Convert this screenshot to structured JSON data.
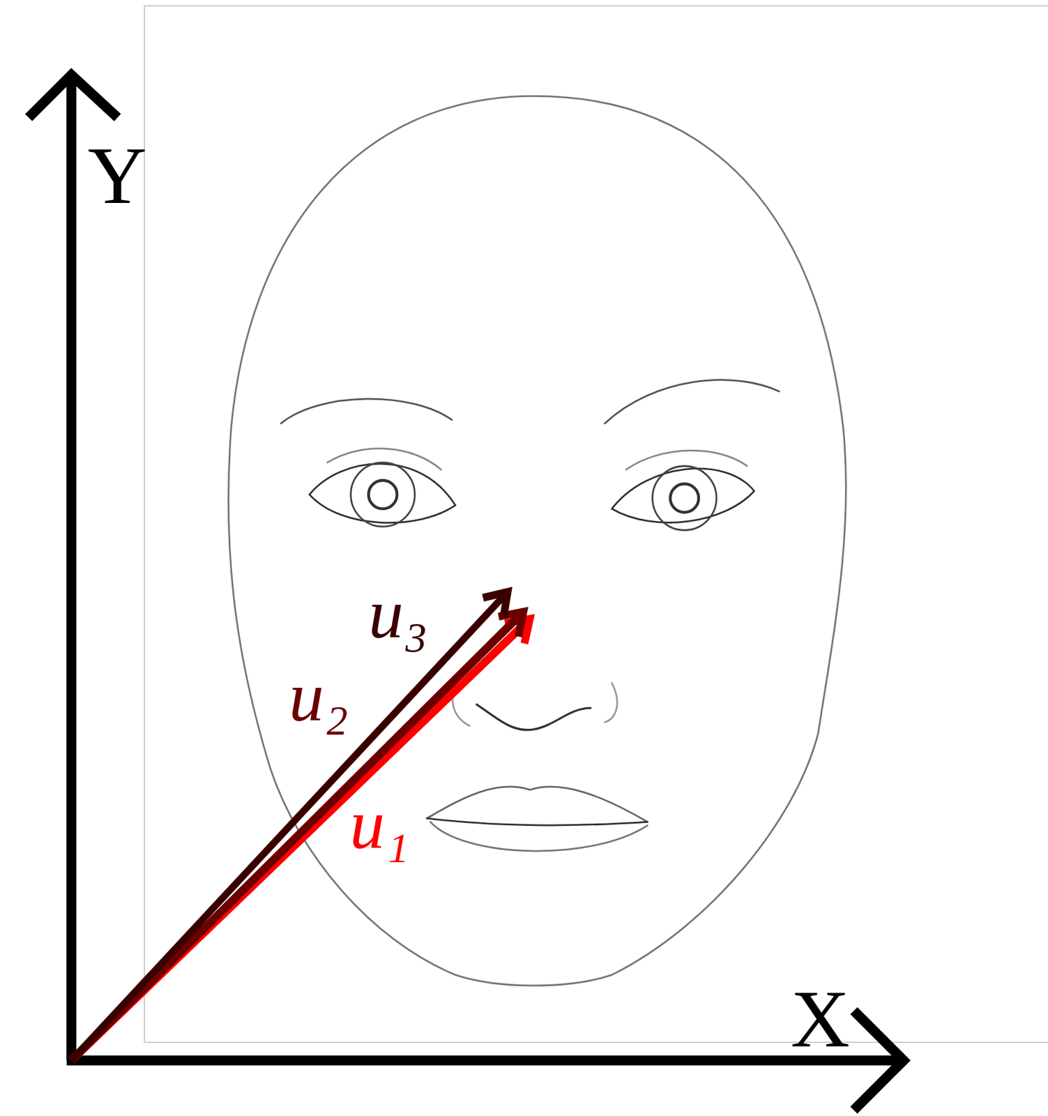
{
  "diagram": {
    "labels": [
      "Y",
      "X",
      "u₃",
      "u₂",
      "u₁"
    ]
  }
}
